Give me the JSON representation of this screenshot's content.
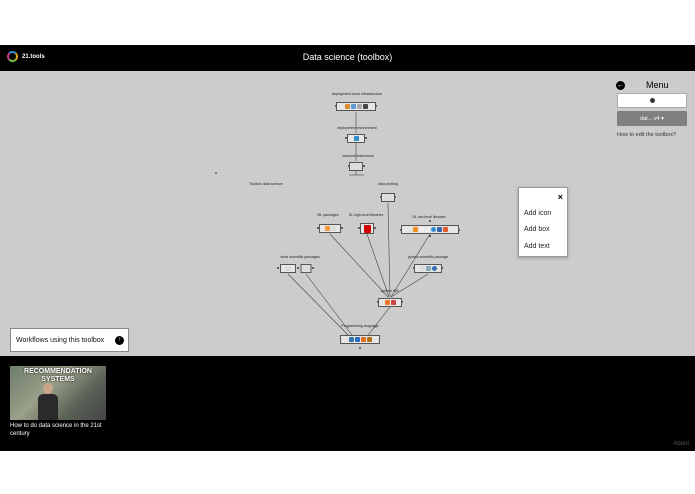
{
  "header": {
    "logo_text": "21.tools",
    "title": "Data science (toolbox)"
  },
  "graph": {
    "nodes": {
      "deploy_cloud": "deployment cloud infrastructure",
      "deploy_env": "deployment environment",
      "backend": "backend framework",
      "data_plotting": "data plotting",
      "ml_packages": "ML packages",
      "dl_high": "DL high-level libraries",
      "dl_low": "DL low-level libraries",
      "other_sci": "other scientific packages",
      "python_sci": "python scientific package",
      "python_ide": "python IDE",
      "prog_lang": "Programming language"
    },
    "free_text": "Toolbox data science"
  },
  "menu": {
    "label": "Menu",
    "version_button": "dat... v4 ▾",
    "help_link": "How to edit the toolbox?"
  },
  "context_menu": {
    "close": "×",
    "items": [
      "Add icon",
      "Add box",
      "Add text"
    ]
  },
  "workflows_button": "Workflows using this toolbox",
  "video": {
    "thumbnail_title": "RECOMMENDATION SYSTEMS",
    "caption": "How to do data science in the 21st century"
  },
  "footer": {
    "about": "About"
  },
  "icons": {
    "back": "arrow-left-icon",
    "settings": "gear-icon",
    "workflow": "arrow-up-circle-icon"
  }
}
